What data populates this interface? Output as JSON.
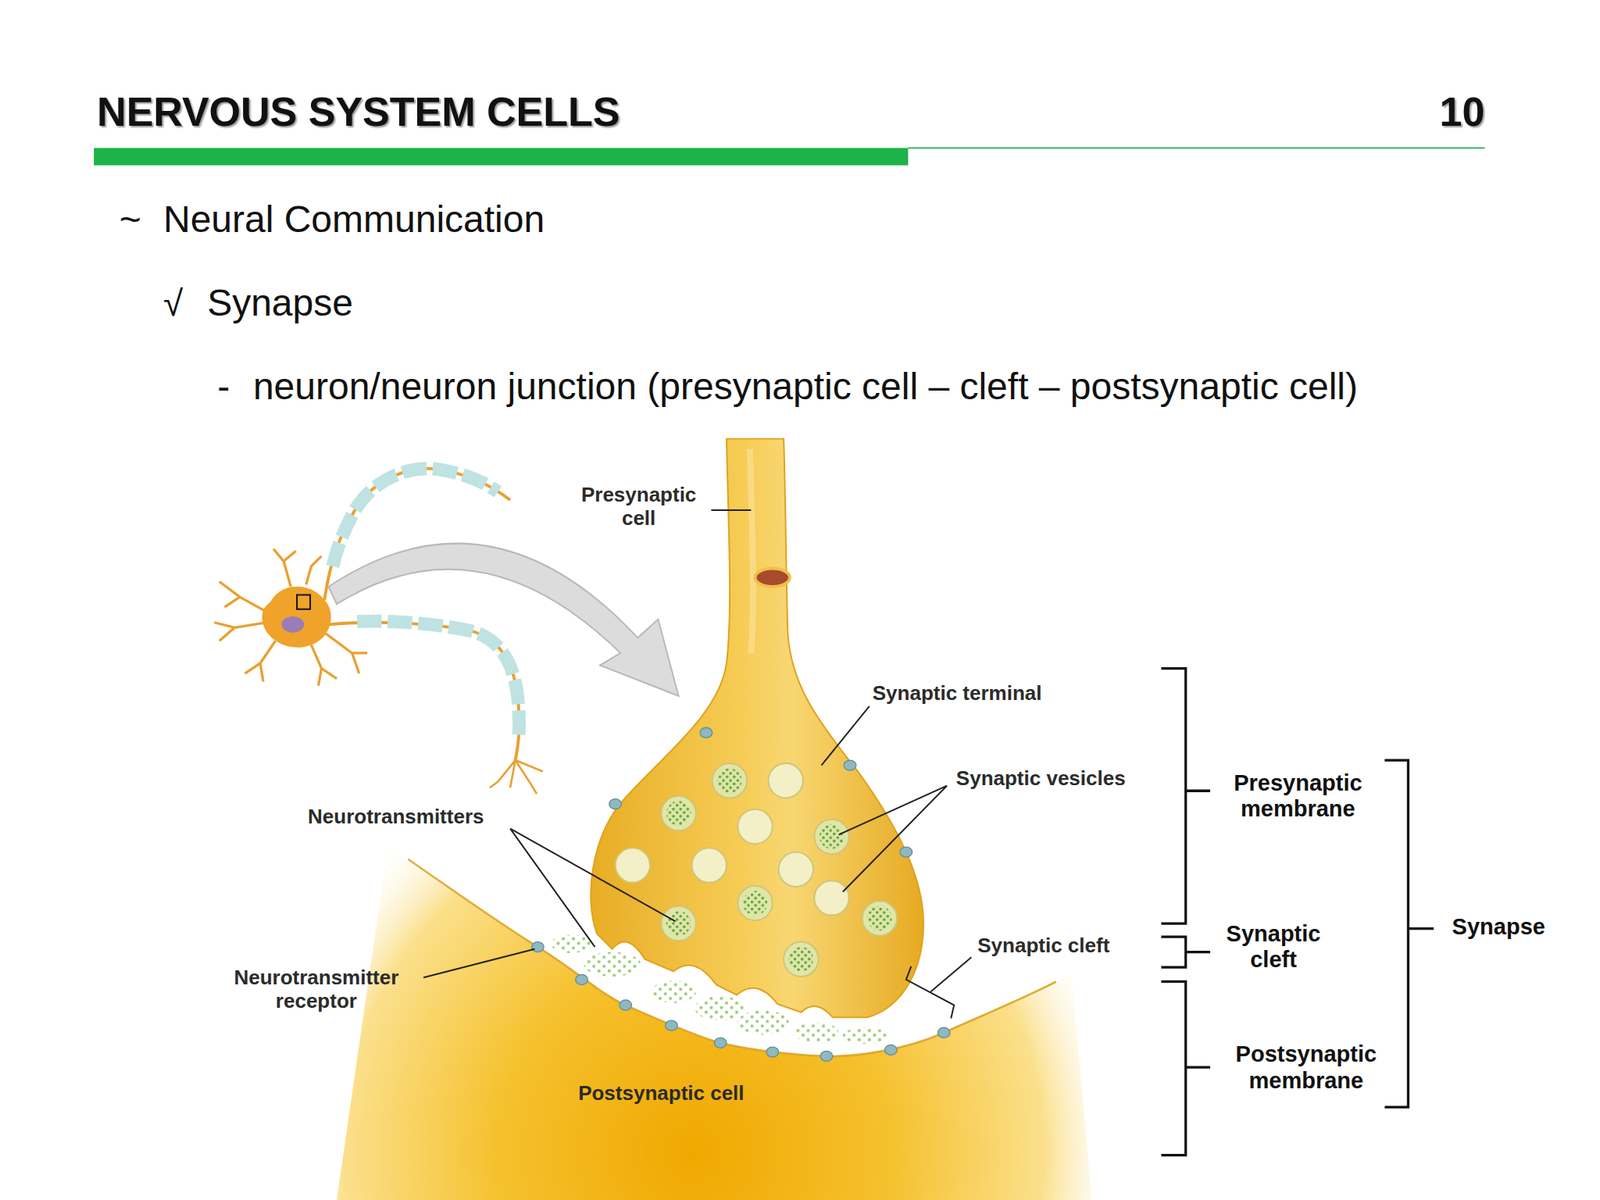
{
  "diagram": {
    "title": "NERVOUS SYSTEM CELLS",
    "labels": [
      "10",
      "~",
      "Neural Communication",
      "√",
      "Synapse",
      "-",
      "neuron/neuron junction (presynaptic cell – cleft – postsynaptic cell)",
      "Presynaptic cell",
      "Synaptic terminal",
      "Synaptic vesicles",
      "Presynaptic membrane",
      "Neurotransmitters",
      "Synapse",
      "Synaptic cleft",
      "Synaptic cleft",
      "Neurotransmitter receptor",
      "Postsynaptic membrane",
      "Postsynaptic cell"
    ]
  }
}
